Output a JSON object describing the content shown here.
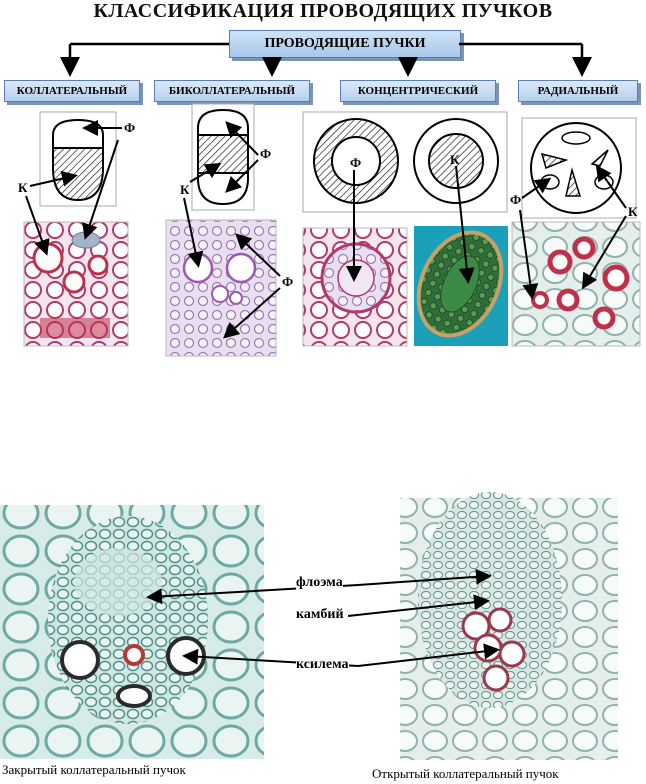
{
  "title": "КЛАССИФИКАЦИЯ ПРОВОДЯЩИХ ПУЧКОВ",
  "main_box": "ПРОВОДЯЩИЕ ПУЧКИ",
  "categories": [
    {
      "label": "КОЛЛАТЕРАЛЬНЫЙ"
    },
    {
      "label": "БИКОЛЛАТЕРАЛЬНЫЙ"
    },
    {
      "label": "КОНЦЕНТРИЧЕСКИЙ"
    },
    {
      "label": "РАДИАЛЬНЫЙ"
    }
  ],
  "markers": {
    "phloem": "Ф",
    "xylem": "К"
  },
  "bottom_labels": {
    "phloem": "флоэма",
    "cambium": "камбий",
    "xylem": "ксилема"
  },
  "captions": {
    "closed": "Закрытый коллатеральный пучок",
    "open": "Открытый коллатеральный пучок"
  },
  "colors": {
    "box_fill": "#b5cfee",
    "box_border": "#5a7fb0",
    "stain_red": "#c0304a",
    "stain_teal": "#7fb7b0"
  }
}
